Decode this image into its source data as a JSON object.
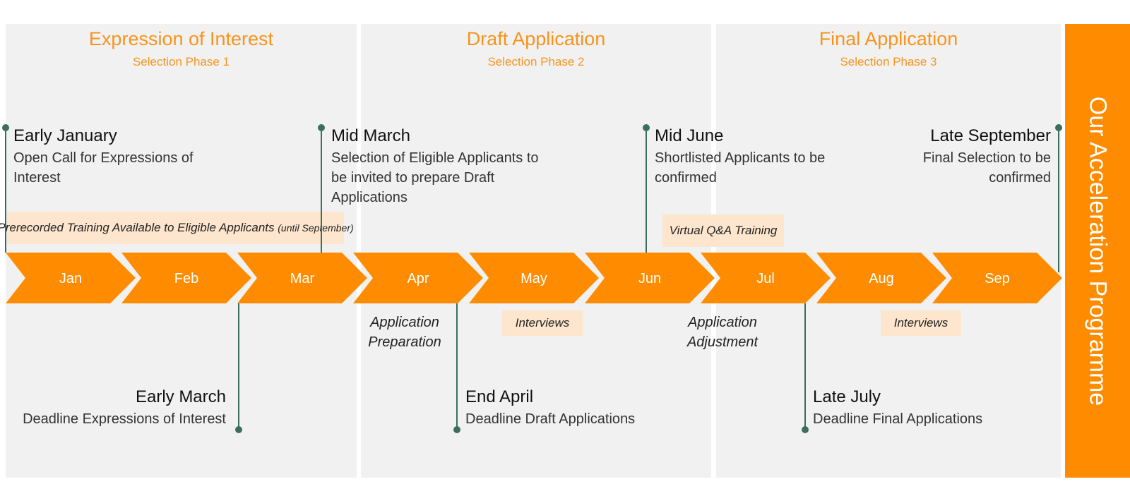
{
  "phases": [
    {
      "title": "Expression of Interest",
      "subtitle": "Selection Phase 1"
    },
    {
      "title": "Draft Application",
      "subtitle": "Selection Phase 2"
    },
    {
      "title": "Final Application",
      "subtitle": "Selection Phase 3"
    }
  ],
  "sidebar": {
    "label": "Our Acceleration Programme"
  },
  "months": [
    "Jan",
    "Feb",
    "Mar",
    "Apr",
    "May",
    "Jun",
    "Jul",
    "Aug",
    "Sep"
  ],
  "milestones_top": [
    {
      "title": "Early January",
      "desc": "Open Call for Expressions of Interest"
    },
    {
      "title": "Mid March",
      "desc": "Selection of Eligible Applicants to be invited to prepare Draft Applications"
    },
    {
      "title": "Mid June",
      "desc": "Shortlisted Applicants to be confirmed"
    },
    {
      "title": "Late September",
      "desc": "Final Selection to be confirmed"
    }
  ],
  "milestones_bottom": [
    {
      "title": "Early March",
      "desc": "Deadline Expressions of Interest"
    },
    {
      "title": "End April",
      "desc": "Deadline Draft Applications"
    },
    {
      "title": "Late July",
      "desc": "Deadline Final Applications"
    }
  ],
  "tags": {
    "prerecorded_main": "Prerecorded Training Available to Eligible Applicants",
    "prerecorded_suffix": "(until September)",
    "virtual_qa": "Virtual Q&A Training",
    "interviews_1": "Interviews",
    "interviews_2": "Interviews"
  },
  "notes": {
    "application_preparation": "Application Preparation",
    "application_adjustment": "Application Adjustment"
  },
  "colors": {
    "accent": "#ff8c00",
    "phase_title": "#f7941d",
    "phase_bg": "#f1f1f1",
    "tag_bg": "#fde6cd",
    "connector": "#3b6e5f"
  }
}
